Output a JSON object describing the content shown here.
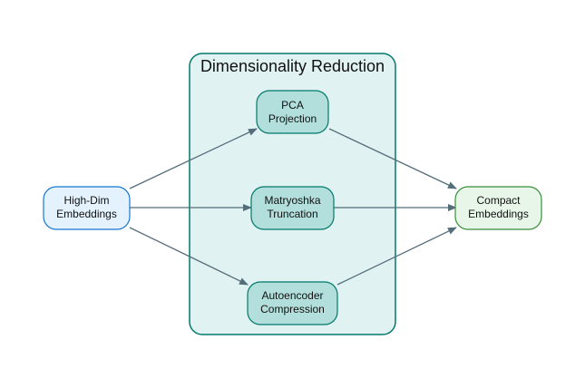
{
  "cluster": {
    "title": "Dimensionality Reduction",
    "fill": "#e0f2f1",
    "stroke": "#00796b"
  },
  "nodes": {
    "input": {
      "lines": [
        "High-Dim",
        "Embeddings"
      ],
      "fill": "#e3f2fd",
      "stroke": "#1976d2"
    },
    "pca": {
      "lines": [
        "PCA",
        "Projection"
      ],
      "fill": "#b2dfdb",
      "stroke": "#00796b"
    },
    "matryoshka": {
      "lines": [
        "Matryoshka",
        "Truncation"
      ],
      "fill": "#b2dfdb",
      "stroke": "#00796b"
    },
    "autoencoder": {
      "lines": [
        "Autoencoder",
        "Compression"
      ],
      "fill": "#b2dfdb",
      "stroke": "#00796b"
    },
    "output": {
      "lines": [
        "Compact",
        "Embeddings"
      ],
      "fill": "#e8f5e9",
      "stroke": "#388e3c"
    }
  },
  "edges": [
    {
      "from": "input",
      "to": "pca"
    },
    {
      "from": "input",
      "to": "matryoshka"
    },
    {
      "from": "input",
      "to": "autoencoder"
    },
    {
      "from": "pca",
      "to": "output"
    },
    {
      "from": "matryoshka",
      "to": "output"
    },
    {
      "from": "autoencoder",
      "to": "output"
    }
  ],
  "edge_color": "#546e7a"
}
